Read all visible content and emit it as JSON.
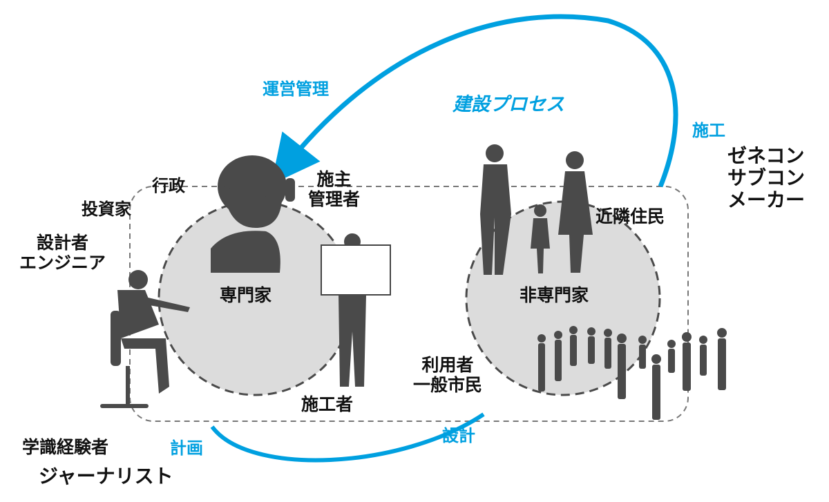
{
  "colors": {
    "accent": "#00a0e0",
    "circle_fill": "#dcdcdc",
    "silhouette": "#4a4a4a",
    "text": "#111111"
  },
  "labels": {
    "construction_process": "建設プロセス",
    "operation": "運営管理",
    "construction": "施工",
    "planning": "計画",
    "design": "設計",
    "expert": "専門家",
    "non_expert": "非専門家",
    "administration": "行政",
    "investor": "投資家",
    "designer_engineer": [
      "設計者",
      "エンジニア"
    ],
    "client_manager": [
      "施主",
      "管理者"
    ],
    "builder": "施工者",
    "academic": "学識経験者",
    "journalist": "ジャーナリスト",
    "user_citizen": [
      "利用者",
      "一般市民"
    ],
    "neighbors": "近隣住民",
    "contractors": [
      "ゼネコン",
      "サブコン",
      "メーカー"
    ]
  },
  "icons": {
    "cyclist": "person-silhouette",
    "bald_man": "bearded-man-silhouette",
    "sitting_designer": "sitting-designer-silhouette",
    "standing_reader": "person-with-paper-silhouette",
    "family": "family-silhouette",
    "crowd": "crowd-silhouette"
  }
}
